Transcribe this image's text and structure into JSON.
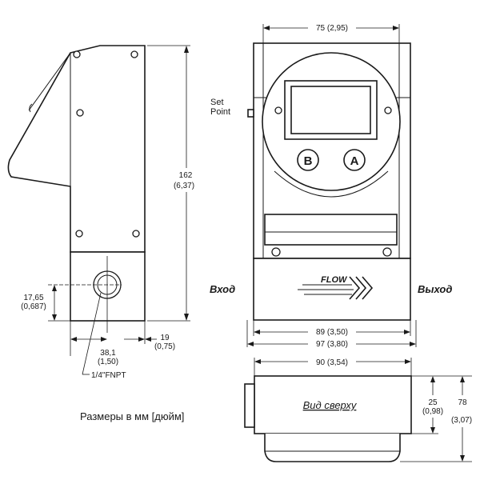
{
  "labels": {
    "set_point_line1": "Set",
    "set_point_line2": "Point",
    "button_b": "B",
    "button_a": "A",
    "flow": "FLOW",
    "inlet": "Вход",
    "outlet": "Выход",
    "top_view": "Вид сверху",
    "fitting": "1/4\"FNPT",
    "units_note": "Размеры в мм  [дюйм]"
  },
  "dimensions": {
    "front_width_top": "75 (2,95)",
    "height_mm": "162",
    "height_in": "(6,37)",
    "port_height_mm": "17,65",
    "port_height_in": "(0,687)",
    "port_offset_mm": "38,1",
    "port_offset_in": "(1,50)",
    "side_offset_mm": "19",
    "side_offset_in": "(0,75)",
    "base_width_inner": "89 (3,50)",
    "base_width_outer": "97 (3,80)",
    "top_width": "90 (3,54)",
    "top_depth_mm": "25",
    "top_depth_in": "(0,98)",
    "top_total_mm": "78",
    "top_total_in": "(3,07)"
  }
}
